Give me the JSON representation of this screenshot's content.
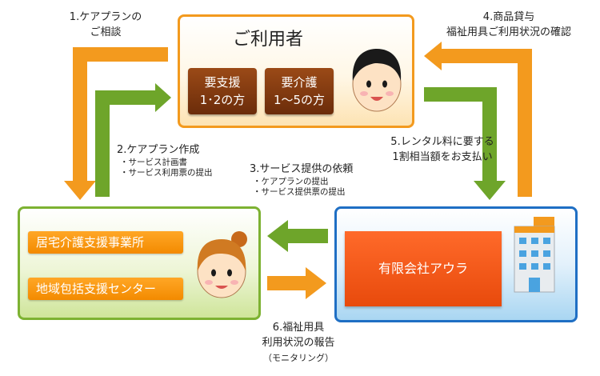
{
  "user": {
    "title": "ご利用者",
    "btn1_line1": "要支援",
    "btn1_line2": "1･2の方",
    "btn2_line1": "要介護",
    "btn2_line2": "1〜5の方"
  },
  "left": {
    "btn1": "居宅介護支援事業所",
    "btn2": "地域包括支援センター"
  },
  "right": {
    "company": "有限会社アウラ"
  },
  "steps": {
    "s1_line1": "1.ケアプランの",
    "s1_line2": "ご相談",
    "s2_title": "2.ケアプラン作成",
    "s2_item1": "・サービス計画書",
    "s2_item2": "・サービス利用票の提出",
    "s3_title": "3.サービス提供の依頼",
    "s3_item1": "・ケアプランの提出",
    "s3_item2": "・サービス提供票の提出",
    "s4_line1": "4.商品貸与",
    "s4_line2": "福祉用具ご利用状況の確認",
    "s5_line1": "5.レンタル料に要する",
    "s5_line2": "1割相当額をお支払い",
    "s6_line1": "6.福祉用具",
    "s6_line2": "利用状況の報告",
    "s6_line3": "（モニタリング）"
  },
  "colors": {
    "orange": "#f39a1e",
    "green": "#6ea52a",
    "brown": "#7a3510",
    "blue": "#1f6fc4",
    "company_red": "#f05a1c"
  },
  "icons": [
    "woman-face-icon",
    "woman-face-icon",
    "office-building-icon"
  ]
}
